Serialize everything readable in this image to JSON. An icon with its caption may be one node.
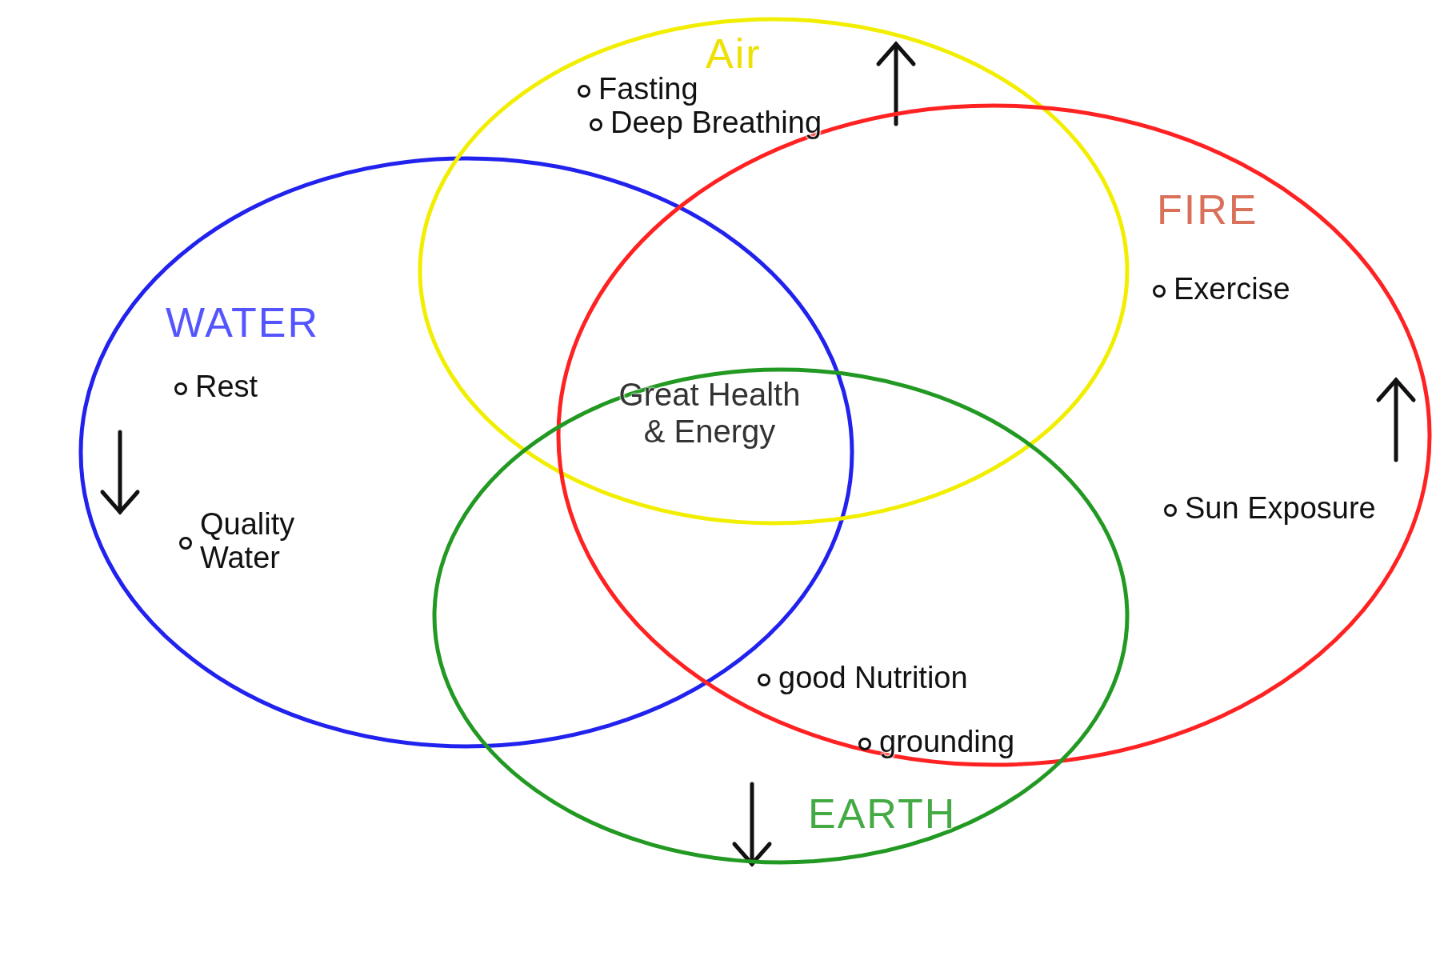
{
  "diagram": {
    "nodes": [
      {
        "text": [
          "WATER",
          "Rest",
          "Quality Water"
        ]
      },
      {
        "text": [
          "Air",
          "Fasting",
          "Deep Breathing"
        ]
      },
      {
        "text": [
          "FIRE",
          "Exercise",
          "Sun Exposure"
        ]
      },
      {
        "text": [
          "good Nutrition",
          "grounding",
          "EARTH"
        ]
      }
    ],
    "edges": [],
    "labels": [
      "Great Health & Energy"
    ]
  }
}
